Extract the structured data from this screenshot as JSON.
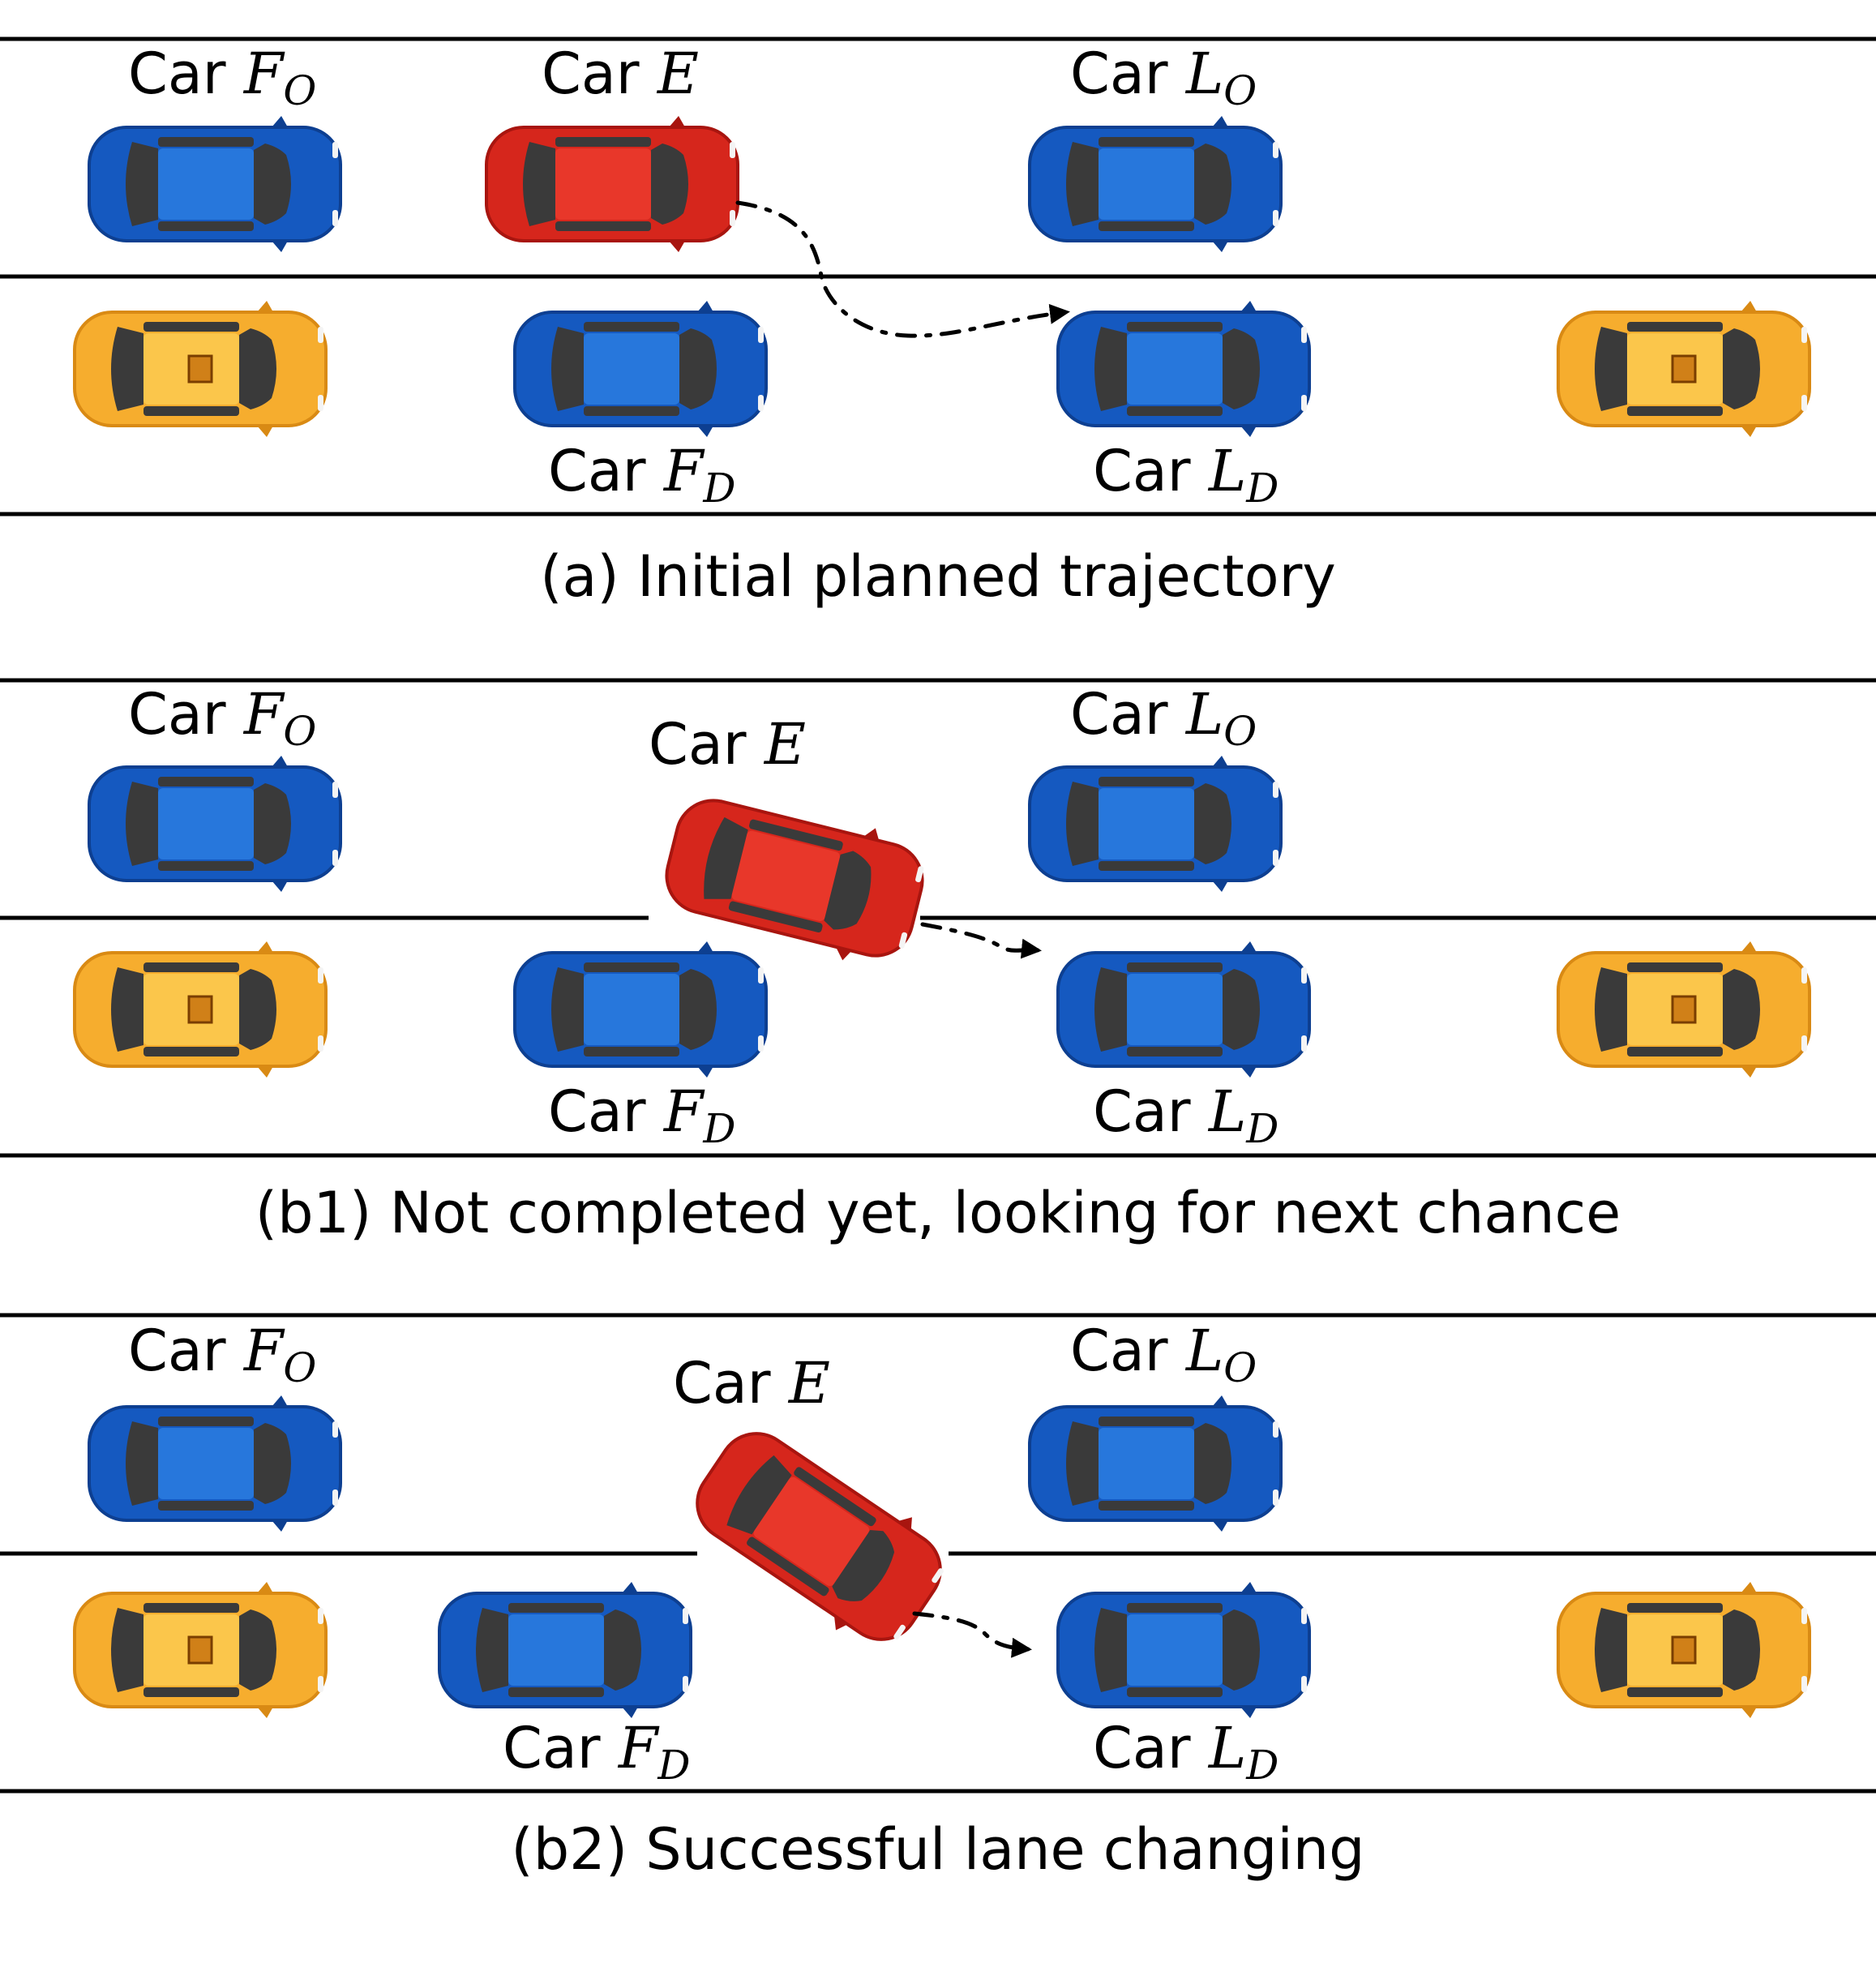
{
  "colors": {
    "ego": "#d6261c",
    "ego_dark": "#a8150f",
    "ego_roof": "#e8372a",
    "blue": "#1559c0",
    "blue_dark": "#0d3f91",
    "blue_roof": "#2777dc",
    "taxi": "#f6ad2e",
    "taxi_dark": "#d98a14",
    "taxi_roof": "#fbc64b",
    "glass": "#3a3a3a",
    "line": "#000000"
  },
  "car_word": "Car",
  "panels": [
    {
      "caption": "(a) Initial planned trajectory",
      "cars": [
        {
          "role": "follower-original",
          "icon": "blue-car-icon",
          "var": "F",
          "sub": "O"
        },
        {
          "role": "ego",
          "icon": "red-car-icon",
          "var": "E",
          "sub": ""
        },
        {
          "role": "leader-original",
          "icon": "blue-car-icon",
          "var": "L",
          "sub": "O"
        },
        {
          "role": "taxi-rear",
          "icon": "taxi-icon"
        },
        {
          "role": "follower-destination",
          "icon": "blue-car-icon",
          "var": "F",
          "sub": "D"
        },
        {
          "role": "leader-destination",
          "icon": "blue-car-icon",
          "var": "L",
          "sub": "D"
        },
        {
          "role": "taxi-front",
          "icon": "taxi-icon"
        }
      ]
    },
    {
      "caption": "(b1) Not completed yet, looking for next chance",
      "cars": [
        {
          "role": "follower-original",
          "icon": "blue-car-icon",
          "var": "F",
          "sub": "O"
        },
        {
          "role": "ego",
          "icon": "red-car-icon",
          "var": "E",
          "sub": ""
        },
        {
          "role": "leader-original",
          "icon": "blue-car-icon",
          "var": "L",
          "sub": "O"
        },
        {
          "role": "taxi-rear",
          "icon": "taxi-icon"
        },
        {
          "role": "follower-destination",
          "icon": "blue-car-icon",
          "var": "F",
          "sub": "D"
        },
        {
          "role": "leader-destination",
          "icon": "blue-car-icon",
          "var": "L",
          "sub": "D"
        },
        {
          "role": "taxi-front",
          "icon": "taxi-icon"
        }
      ]
    },
    {
      "caption": "(b2) Successful lane changing",
      "cars": [
        {
          "role": "follower-original",
          "icon": "blue-car-icon",
          "var": "F",
          "sub": "O"
        },
        {
          "role": "ego",
          "icon": "red-car-icon",
          "var": "E",
          "sub": ""
        },
        {
          "role": "leader-original",
          "icon": "blue-car-icon",
          "var": "L",
          "sub": "O"
        },
        {
          "role": "taxi-rear",
          "icon": "taxi-icon"
        },
        {
          "role": "follower-destination",
          "icon": "blue-car-icon",
          "var": "F",
          "sub": "D"
        },
        {
          "role": "leader-destination",
          "icon": "blue-car-icon",
          "var": "L",
          "sub": "D"
        },
        {
          "role": "taxi-front",
          "icon": "taxi-icon"
        }
      ]
    }
  ]
}
